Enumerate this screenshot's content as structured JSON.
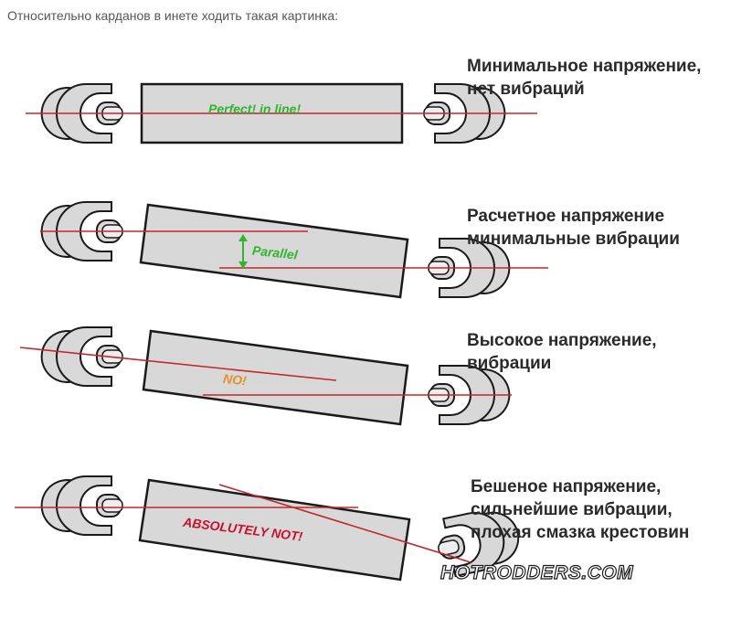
{
  "caption": "Относительно карданов в инете ходить такая картинка:",
  "diagrams": [
    {
      "label": "Perfect!  in line!",
      "description": [
        "Минимальное напряжение,",
        "нет вибраций"
      ]
    },
    {
      "label": "Parallel",
      "description": [
        "Расчетное напряжение",
        "минимальные вибрации"
      ]
    },
    {
      "label": "NO!",
      "description": [
        "Высокое напряжение,",
        "вибрации"
      ]
    },
    {
      "label": "ABSOLUTELY NOT!",
      "description": [
        "Бешеное напряжение,",
        "сильнейшие вибрации,",
        "плохая смазка крестовин"
      ]
    }
  ],
  "watermark": "HOTRODDERS.COM",
  "colors": {
    "line": "#c0282c",
    "shaft": "#d8d8d8",
    "outline": "#1a1a1a",
    "ok_label": "#2fb52f",
    "warn_label": "#e8912a",
    "bad_label": "#c8102e"
  }
}
